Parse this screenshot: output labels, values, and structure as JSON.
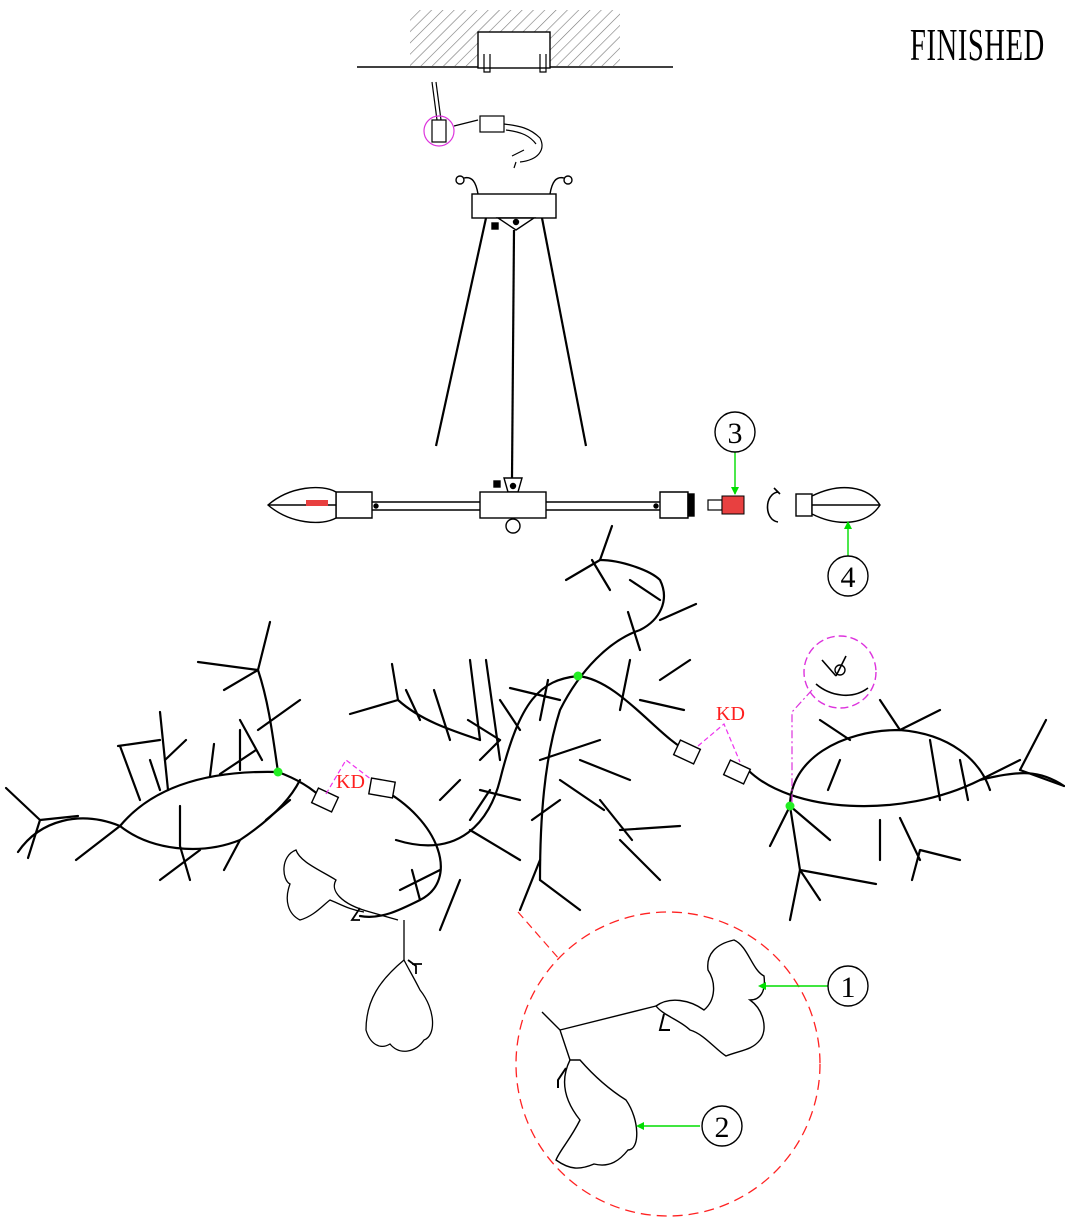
{
  "title": "FINISHED",
  "callouts": [
    {
      "id": "1",
      "part": "ginkgo-leaf-shade-horizontal"
    },
    {
      "id": "2",
      "part": "ginkgo-leaf-shade-hanging"
    },
    {
      "id": "3",
      "part": "bulb-socket-connector"
    },
    {
      "id": "4",
      "part": "candle-bulb"
    }
  ],
  "kd_labels": [
    "KD",
    "KD"
  ],
  "colors": {
    "line": "#000000",
    "callout_arrow": "#00dd00",
    "detail_circle": "#ff2222",
    "kd_label": "#ff1f1f",
    "kd_leader": "#ee33ee",
    "joint_dot": "#22ee22",
    "connector": "#e84040"
  }
}
